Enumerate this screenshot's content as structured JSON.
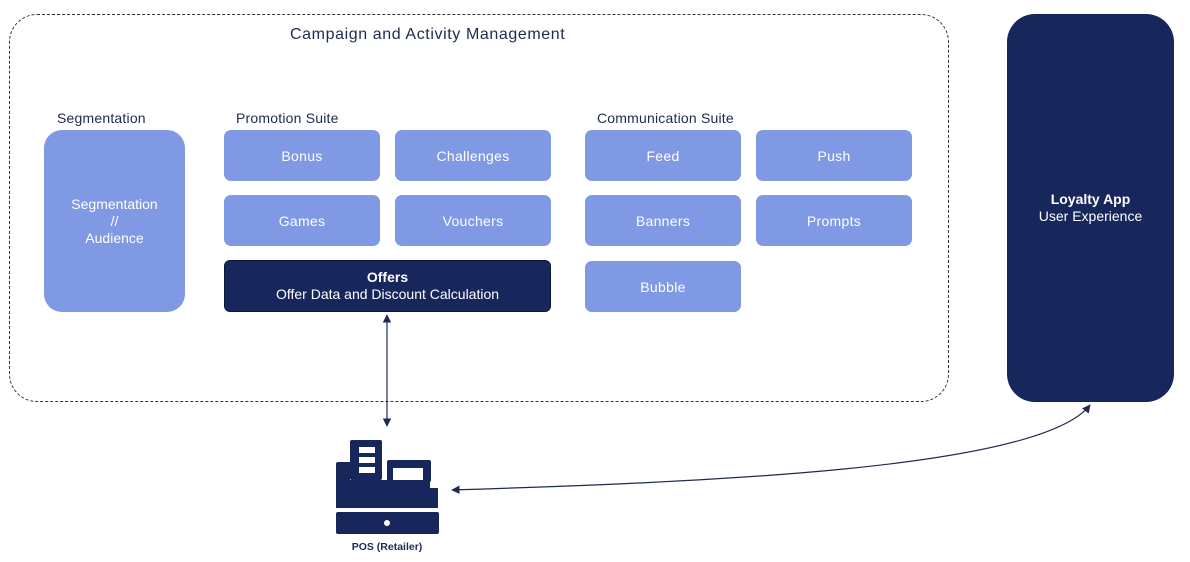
{
  "diagram": {
    "title": "Campaign  and Activity Management",
    "segmentation": {
      "label": "Segmentation",
      "tile_line1": "Segmentation",
      "tile_line2": "//",
      "tile_line3": "Audience"
    },
    "promotion_suite": {
      "label": "Promotion Suite",
      "items": [
        "Bonus",
        "Challenges",
        "Games",
        "Vouchers"
      ]
    },
    "offers": {
      "title": "Offers",
      "subtitle": "Offer Data and Discount Calculation"
    },
    "communication_suite": {
      "label": "Communication Suite",
      "items": [
        "Feed",
        "Push",
        "Banners",
        "Prompts",
        "Bubble"
      ]
    },
    "loyalty_app": {
      "title": "Loyalty App",
      "subtitle": "User Experience"
    },
    "pos": {
      "label": "POS (Retailer)",
      "icon": "cash-register-icon"
    },
    "colors": {
      "tile": "#8099e4",
      "dark": "#17265b",
      "text": "#1e2a50"
    }
  }
}
